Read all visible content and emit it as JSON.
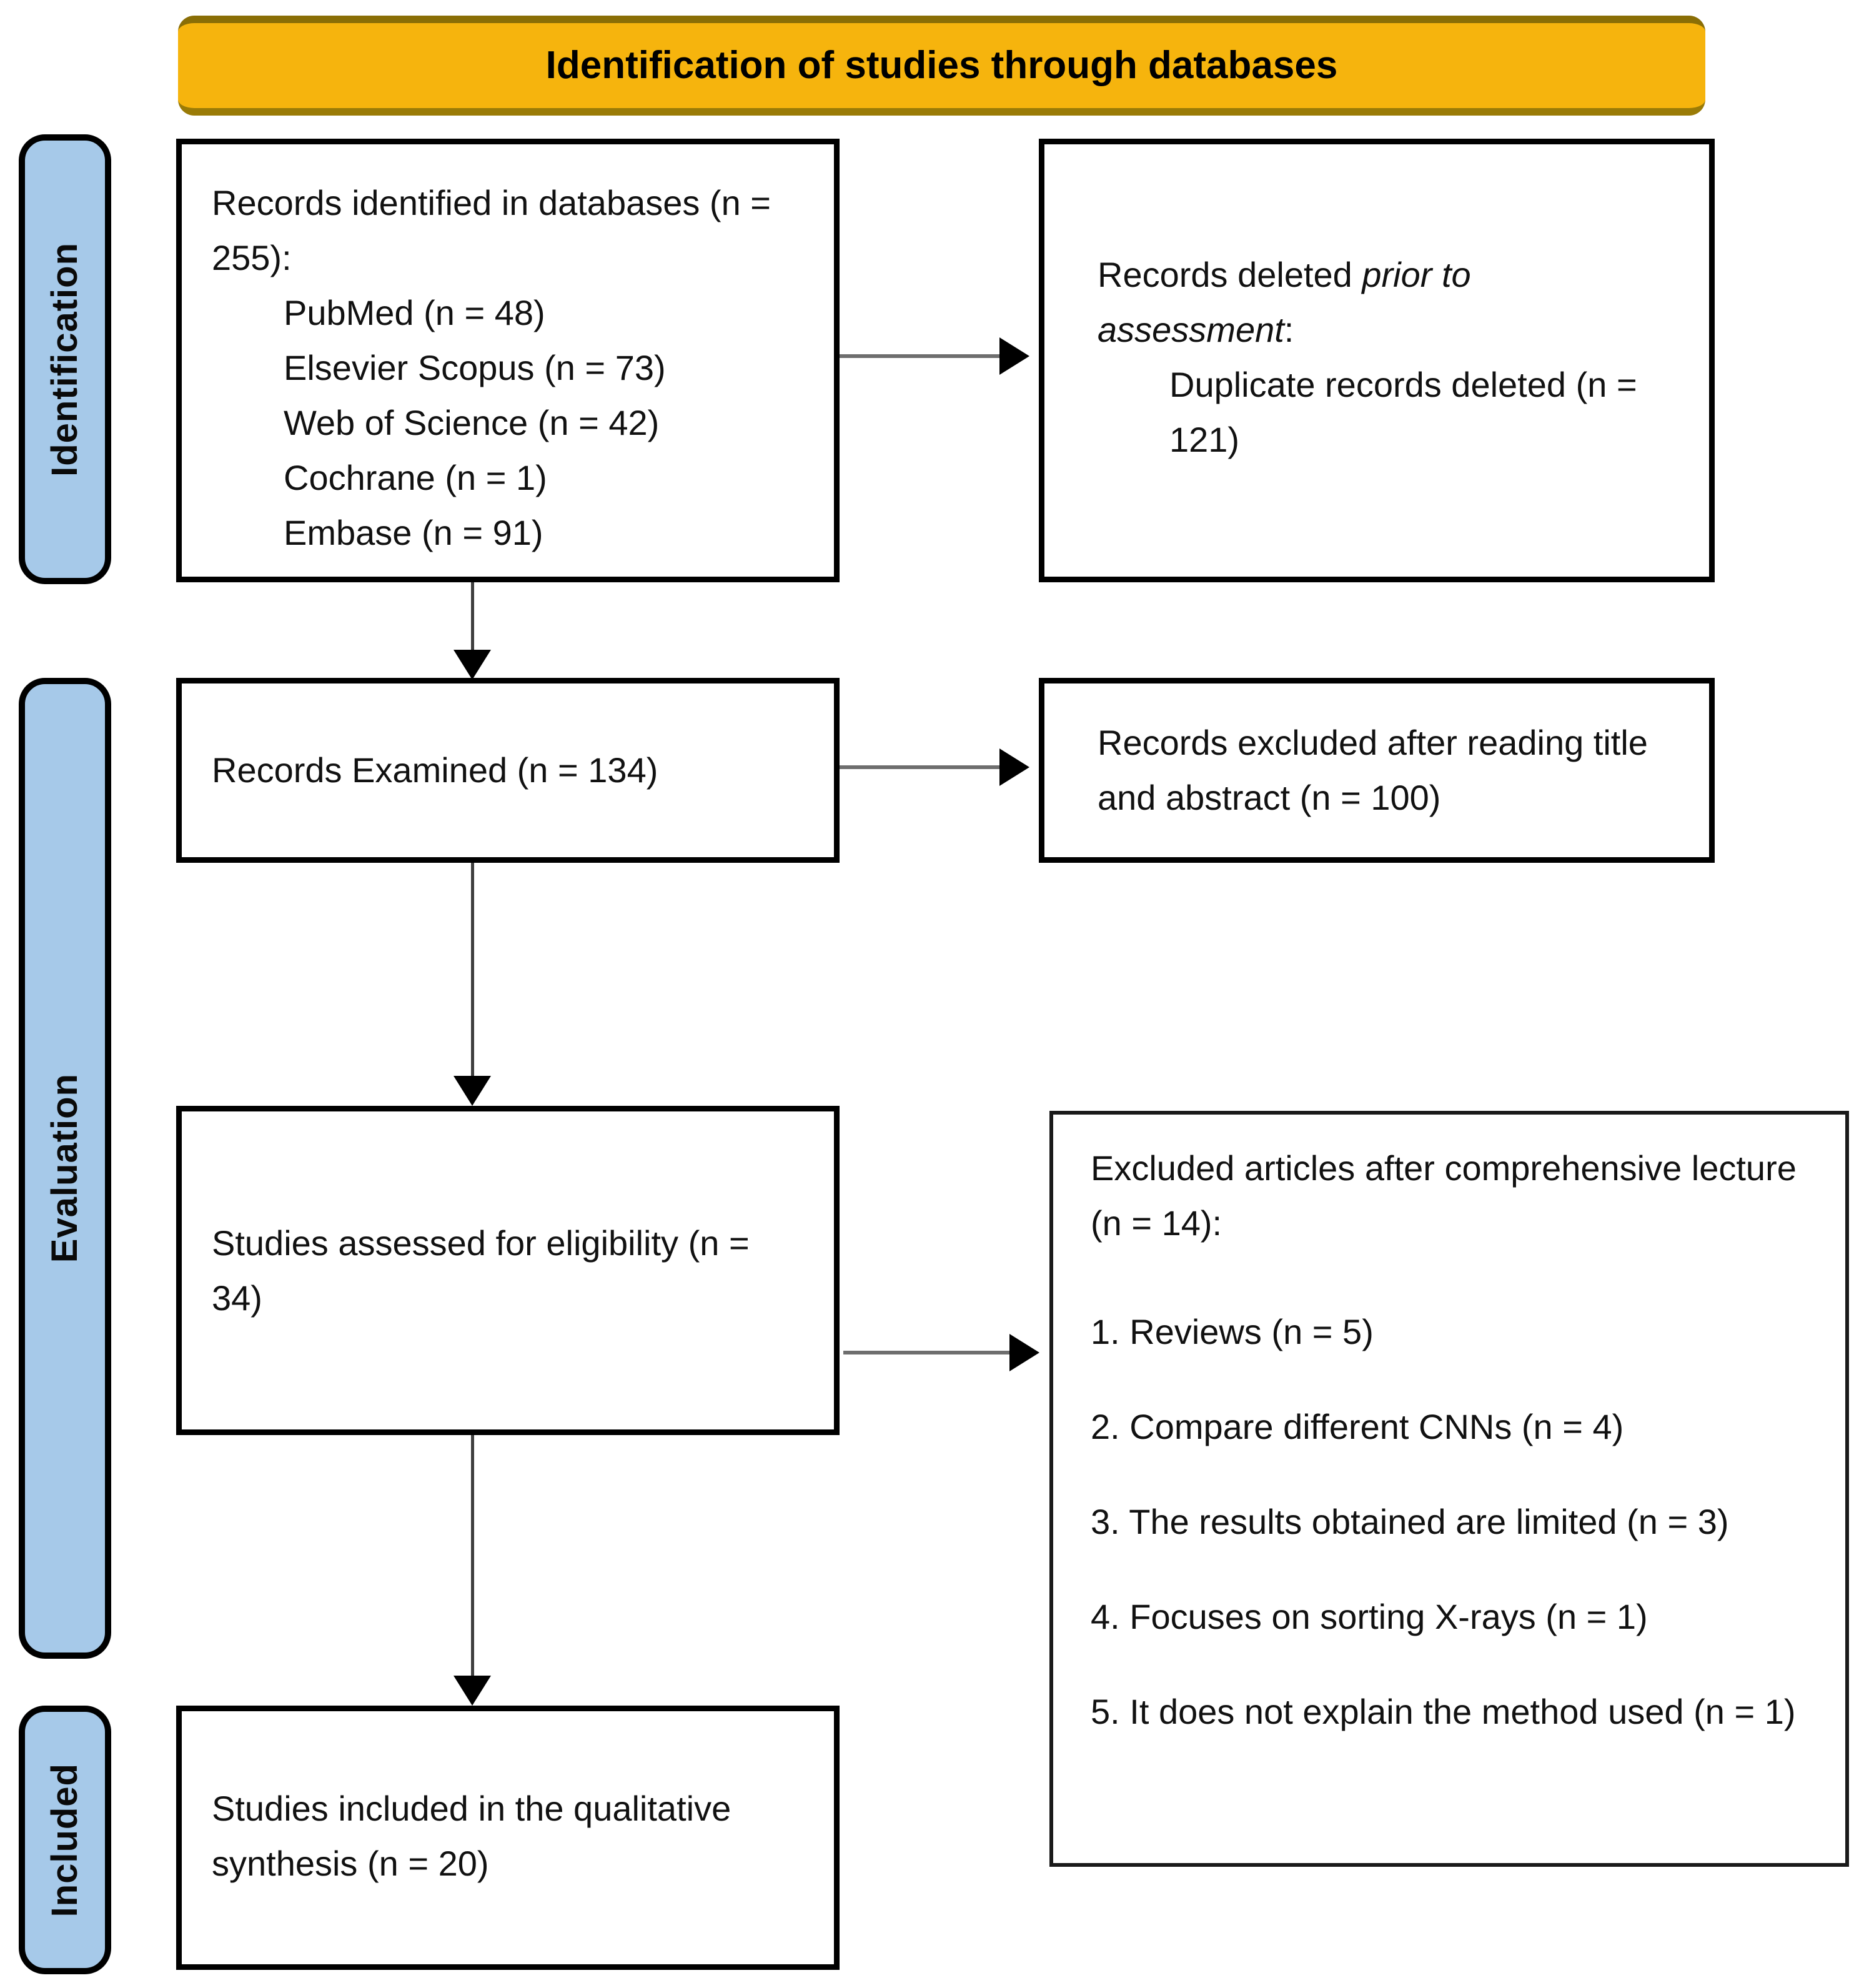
{
  "banner": {
    "title": "Identification of studies through databases"
  },
  "stages": {
    "identification": "Identification",
    "evaluation": "Evaluation",
    "included": "Included"
  },
  "boxes": {
    "records_identified": {
      "heading": "Records identified in databases (n = 255):",
      "items": [
        "PubMed (n = 48)",
        "Elsevier Scopus (n = 73)",
        "Web of Science (n = 42)",
        "Cochrane (n = 1)",
        "Embase (n = 91)"
      ]
    },
    "records_deleted": {
      "prefix": "Records deleted ",
      "italic": "prior to assessment",
      "suffix": ":",
      "item": "Duplicate records deleted (n = 121)"
    },
    "records_examined": {
      "text": "Records Examined (n = 134)"
    },
    "records_excluded": {
      "text": "Records excluded after reading title and abstract (n = 100)"
    },
    "studies_assessed": {
      "text": "Studies assessed for eligibility (n = 34)"
    },
    "excluded_articles": {
      "heading": "Excluded articles after comprehensive lecture (n = 14):",
      "items": [
        "1. Reviews (n = 5)",
        "2. Compare different CNNs (n = 4)",
        "3. The results obtained are limited (n = 3)",
        "4. Focuses on sorting X-rays (n = 1)",
        "5. It does not explain the method used (n = 1)"
      ]
    },
    "studies_included": {
      "text": "Studies included in the qualitative synthesis (n = 20)"
    }
  },
  "colors": {
    "banner_bg": "#F6B40D",
    "stage_bg": "#A6C9E9",
    "box_border": "#000000",
    "arrow_line": "#6e6e6e",
    "arrow_head": "#000000"
  }
}
